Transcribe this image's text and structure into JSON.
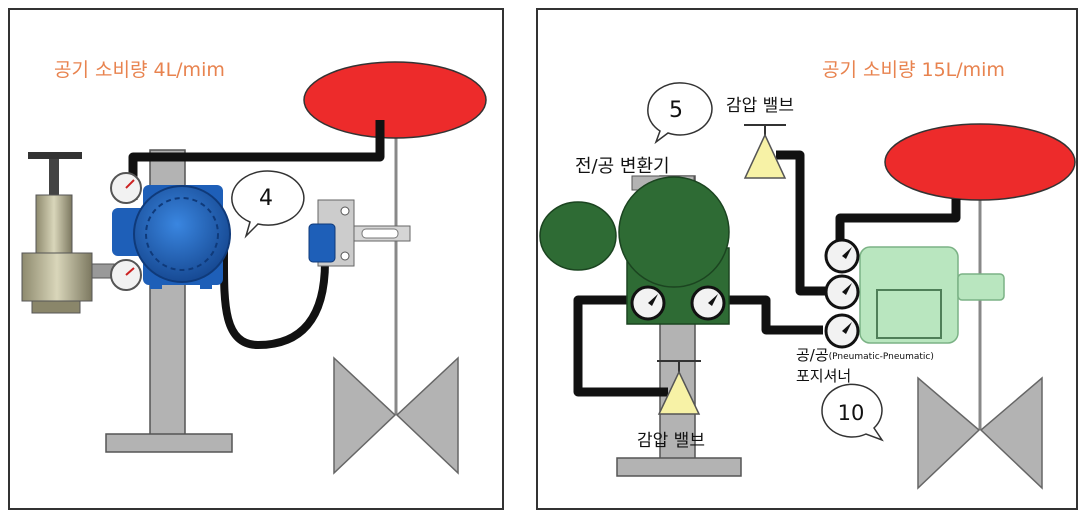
{
  "left_panel": {
    "air_consumption": "공기 소비량  4L/mim",
    "bubble_number": "4"
  },
  "right_panel": {
    "air_consumption": "공기 소비량  15L/mim",
    "bubble_number_top": "5",
    "bubble_number_bottom": "10",
    "ep_converter_label": "전/공 변환기",
    "reducing_valve_top_label": "감압 밸브",
    "reducing_valve_bottom_label": "감압 밸브",
    "pp_positioner_label_line1": "공/공",
    "pp_positioner_label_sub": "(Pneumatic-Pneumatic)",
    "pp_positioner_label_line2": "포지셔너"
  },
  "colors": {
    "accent_text": "#e8834f",
    "valve_red": "#ed2b2b",
    "body_blue": "#1e5fb8",
    "converter_green": "#2e6b34",
    "positioner_green": "#b9e6bf",
    "reducer_yellow": "#f7f2a6",
    "steel_gray": "#b3b3b3"
  }
}
